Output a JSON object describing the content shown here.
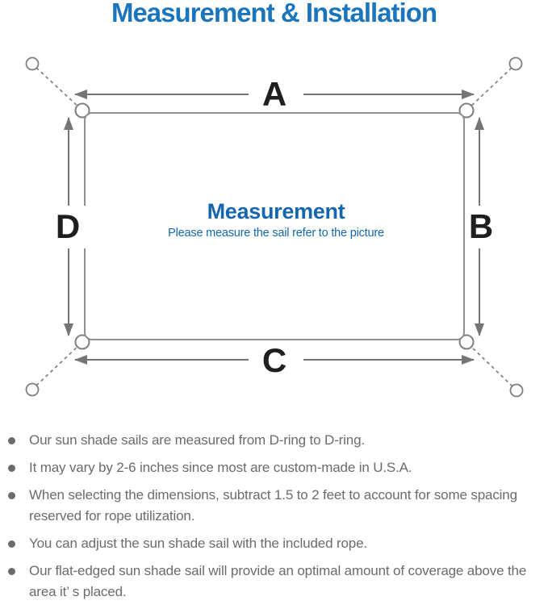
{
  "title": "Measurement & Installation",
  "diagram": {
    "center_title": "Measurement",
    "center_subtitle": "Please measure the sail refer to the picture",
    "labels": {
      "top": "A",
      "right": "B",
      "bottom": "C",
      "left": "D"
    }
  },
  "notes": {
    "items": [
      "Our sun shade sails are measured from D-ring to D-ring.",
      "It may vary by 2-6 inches since most are custom-made in U.S.A.",
      "When selecting the dimensions, subtract 1.5 to 2 feet to account for some spacing reserved for rope utilization.",
      "You can adjust the sun shade sail with the included rope.",
      "Our flat-edged sun shade sail will provide an optimal amount of coverage above the area it’ s placed."
    ]
  },
  "colors": {
    "title_blue": "#1b75bc",
    "center_blue": "#1467ae",
    "outline_gray": "#909090",
    "arrow_gray": "#757575",
    "text_gray": "#6b6b6b"
  }
}
